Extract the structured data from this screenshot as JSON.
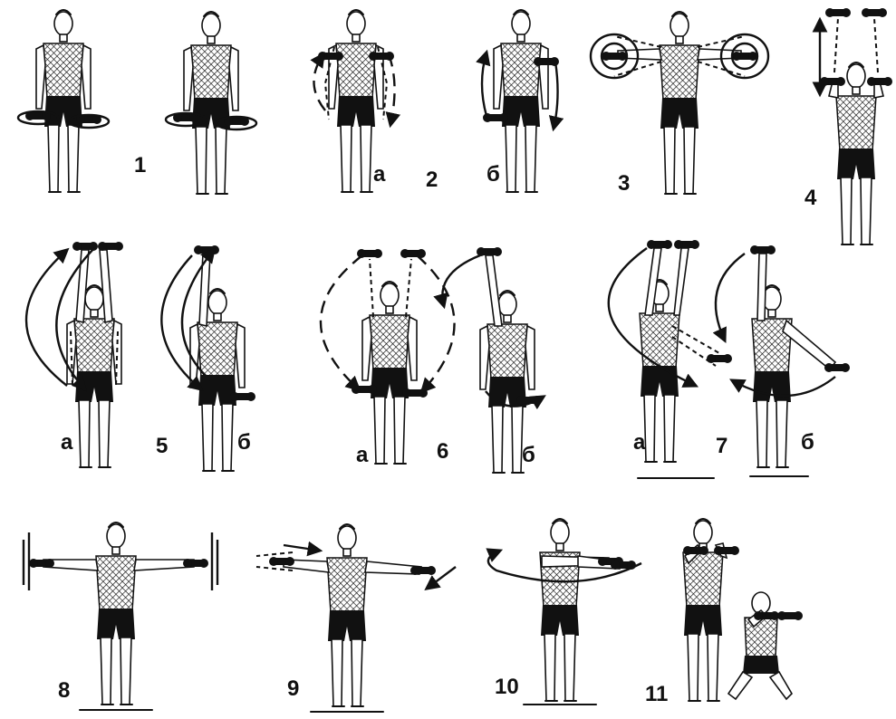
{
  "labels": {
    "ex1": "1",
    "ex2_a": "а",
    "ex2": "2",
    "ex2_b": "б",
    "ex3": "3",
    "ex4": "4",
    "ex5_a": "а",
    "ex5": "5",
    "ex5_b": "б",
    "ex6_a": "а",
    "ex6": "6",
    "ex6_b": "б",
    "ex7_a": "а",
    "ex7": "7",
    "ex7_b": "б",
    "ex8": "8",
    "ex9": "9",
    "ex10": "10",
    "ex11": "11"
  },
  "colors": {
    "ink": "#111111",
    "paper": "#ffffff"
  }
}
